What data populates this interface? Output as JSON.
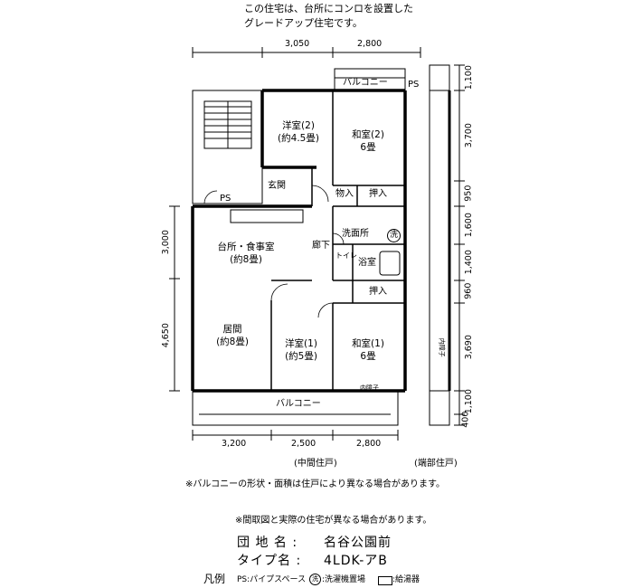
{
  "top_note": "この住宅は、台所にコンロを設置した\nグレードアップ住宅です。",
  "dimensions": {
    "top": [
      "3,050",
      "2,800"
    ],
    "right": [
      "1,100",
      "3,700",
      "950",
      "1,600",
      "1,400",
      "960",
      "3,690",
      "1,100",
      "400"
    ],
    "left": [
      "3,000",
      "4,650"
    ],
    "bottom": [
      "3,200",
      "2,500",
      "2,800"
    ]
  },
  "rooms": {
    "balcony_top": "バルコニー",
    "ps_top": "PS",
    "western2": "洋室(2)\n(約4.5畳)",
    "japanese2": "和室(2)\n6畳",
    "entrance": "玄関",
    "storage": "物入",
    "closet_top": "押入",
    "ps_left": "PS",
    "kitchen": "台所・食事室\n(約8畳)",
    "corridor": "廊下",
    "washroom": "洗面所",
    "washer": "洗",
    "toilet": "トイレ",
    "bath": "浴室",
    "closet_mid": "押入",
    "living": "居間\n(約8畳)",
    "western1": "洋室(1)\n(約5畳)",
    "japanese1": "和室(1)\n6畳",
    "inner_fusuma": "内障子",
    "inner_fusuma_side": "内障子",
    "balcony_bottom": "バルコニー"
  },
  "unit_labels": {
    "middle": "(中間住戸)",
    "end": "(端部住戸)"
  },
  "notes": {
    "balcony": "※バルコニーの形状・面積は住戸により異なる場合があります。",
    "layout": "※間取図と実際の住宅が異なる場合があります。"
  },
  "info": {
    "estate_label": "団 地 名 :",
    "estate_value": "名谷公園前",
    "type_label": "タイプ名 :",
    "type_value": "4LDK-アB"
  },
  "legend": {
    "title": "凡例",
    "ps": "PS:パイプスペース",
    "washer_symbol": "洗",
    "washer": ":洗濯機置場",
    "heater": ":給湯器"
  }
}
